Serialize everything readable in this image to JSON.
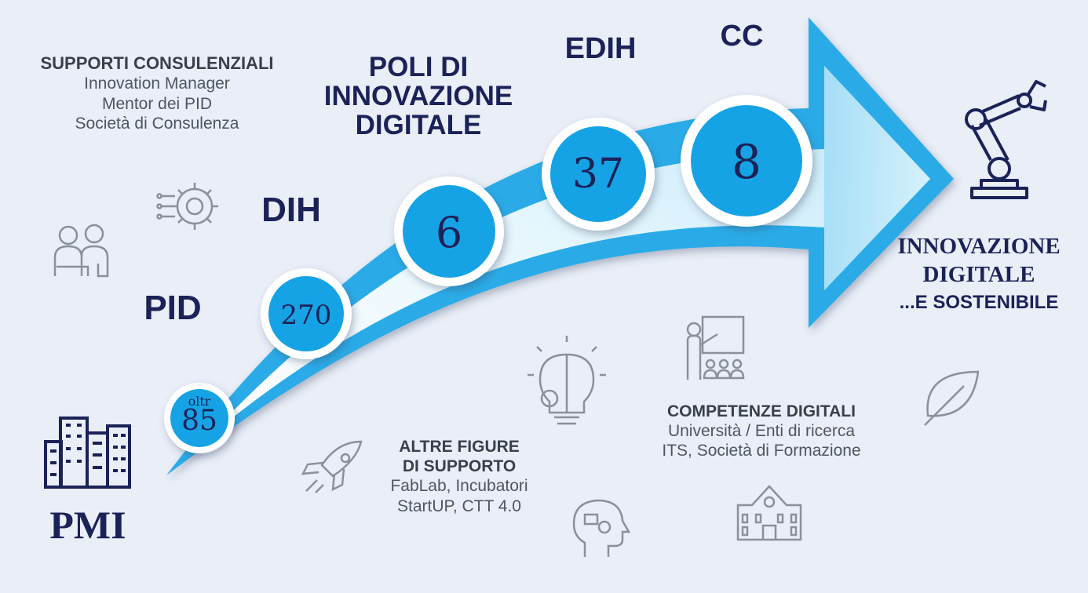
{
  "supporti": {
    "title": "SUPPORTI CONSULENZIALI",
    "lines": [
      "Innovation Manager",
      "Mentor dei PID",
      "Società di Consulenza"
    ]
  },
  "stages": {
    "pid": "PID",
    "dih": "DIH",
    "poli": [
      "POLI DI",
      "INNOVAZIONE",
      "DIGITALE"
    ],
    "edih": "EDIH",
    "cc": "CC"
  },
  "circles": {
    "pid_prefix": "oltr",
    "pid_value": "85",
    "dih_value": "270",
    "poli_value": "6",
    "edih_value": "37",
    "cc_value": "8"
  },
  "pmi": "PMI",
  "innovazione": {
    "line1": "INNOVAZIONE",
    "line2": "DIGITALE",
    "line3": "...E  SOSTENIBILE"
  },
  "altre": {
    "title1": "ALTRE FIGURE",
    "title2": "DI SUPPORTO",
    "lines": [
      "FabLab, Incubatori",
      "StartUP, CTT 4.0"
    ]
  },
  "competenze": {
    "title": "COMPETENZE DIGITALI",
    "lines": [
      "Università / Enti di ricerca",
      "ITS, Società di Formazione"
    ]
  },
  "colors": {
    "navy": "#1b2257",
    "arrow_blue": "#29abe8",
    "arrow_light": "#cfeefb",
    "background": "#e9eef7",
    "icon_gray": "#8a909c"
  },
  "icons": [
    "gear-network-icon",
    "people-icon",
    "buildings-icon",
    "robot-arm-icon",
    "rocket-icon",
    "lightbulb-gear-icon",
    "head-gears-icon",
    "teacher-icon",
    "leaf-icon",
    "school-building-icon"
  ]
}
